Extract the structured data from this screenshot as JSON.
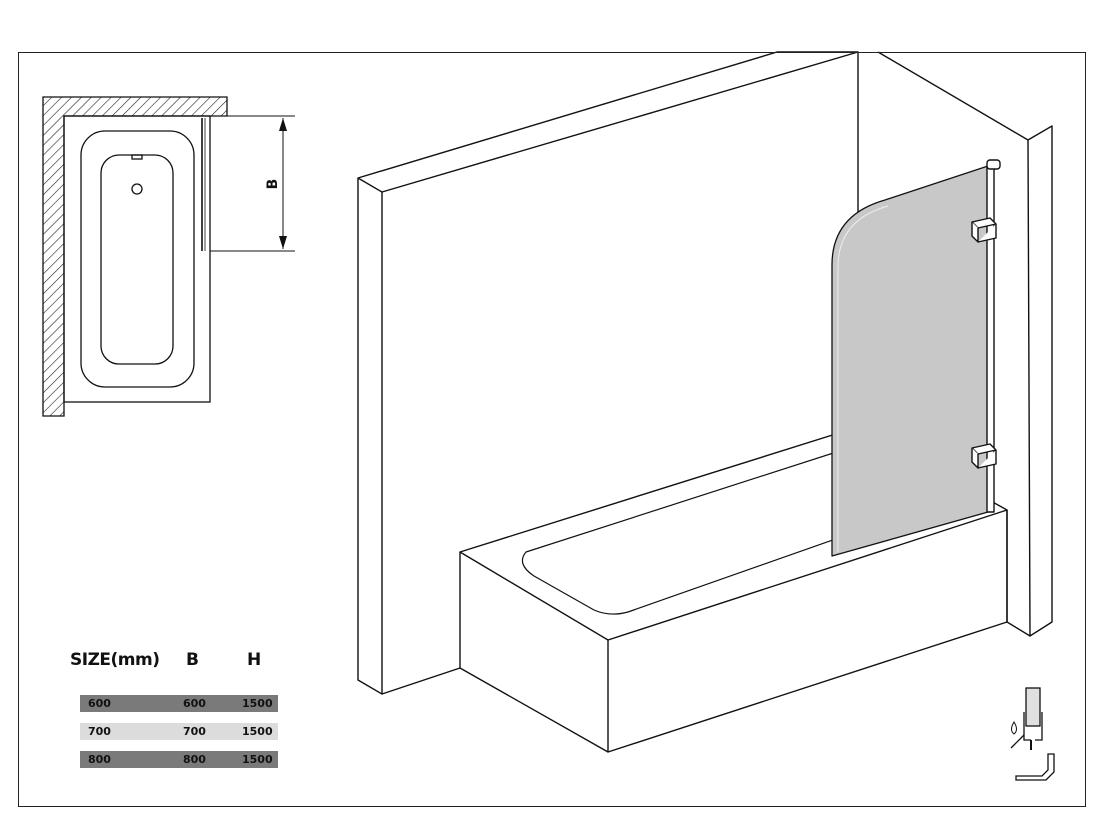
{
  "dimension_label": "B",
  "size_table": {
    "headers": [
      "SIZE(mm)",
      "B",
      "H"
    ],
    "rows": [
      [
        "600",
        "600",
        "1500"
      ],
      [
        "700",
        "700",
        "1500"
      ],
      [
        "800",
        "800",
        "1500"
      ]
    ]
  },
  "colors": {
    "line": "#111111",
    "glass": "#c8c8c8",
    "row_dark": "#7a7a7a",
    "row_light": "#dcdcdc"
  },
  "icons": [
    "water-drain-seal-icon"
  ]
}
